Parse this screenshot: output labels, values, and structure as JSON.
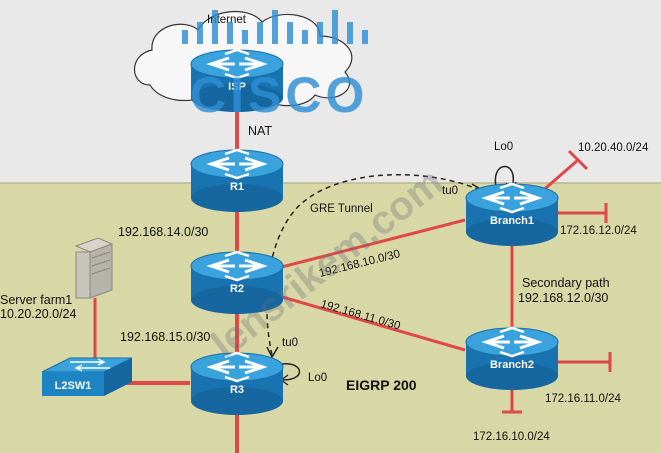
{
  "colors": {
    "top_background": "#e9e9ea",
    "bottom_background": "#d8d8a6",
    "router_body": "#1d84c4",
    "router_top": "#2f9ad6",
    "link_red": "#e04848",
    "switch_body": "#2a8fcf",
    "cisco_watermark": "#2f8fd6"
  },
  "cloud": {
    "label": "Internet"
  },
  "devices": {
    "isp": {
      "label": "ISP",
      "icon": "router-icon"
    },
    "r1": {
      "label": "R1",
      "icon": "router-icon"
    },
    "r2": {
      "label": "R2",
      "icon": "router-icon"
    },
    "r3": {
      "label": "R3",
      "icon": "router-icon"
    },
    "branch1": {
      "label": "Branch1",
      "icon": "router-icon"
    },
    "branch2": {
      "label": "Branch2",
      "icon": "router-icon"
    },
    "l2sw1": {
      "label": "L2SW1",
      "icon": "switch-icon"
    },
    "server": {
      "icon": "server-icon"
    }
  },
  "labels": {
    "nat": "NAT",
    "net_r1_r2": "192.168.14.0/30",
    "net_r2_r3": "192.168.15.0/30",
    "net_r2_b1": "192.168.10.0/30",
    "net_r2_b2": "192.168.11.0/30",
    "gre_tunnel": "GRE Tunnel",
    "tu0_branch1": "tu0",
    "tu0_r2": "tu0",
    "lo0_branch1": "Lo0",
    "lo0_r3": "Lo0",
    "net_branch1_lo": "10.20.40.0/24",
    "net_branch1_lan": "172.16.12.0/24",
    "secondary_path": "Secondary path",
    "net_secondary": "192.168.12.0/30",
    "net_branch2_lan1": "172.16.11.0/24",
    "net_branch2_lan2": "172.16.10.0/24",
    "server_farm_name": "Server farm1",
    "server_farm_net": "10.20.20.0/24",
    "eigrp": "EIGRP 200"
  },
  "watermarks": {
    "cisco": "CISCO",
    "site": "lensrikem.com"
  }
}
